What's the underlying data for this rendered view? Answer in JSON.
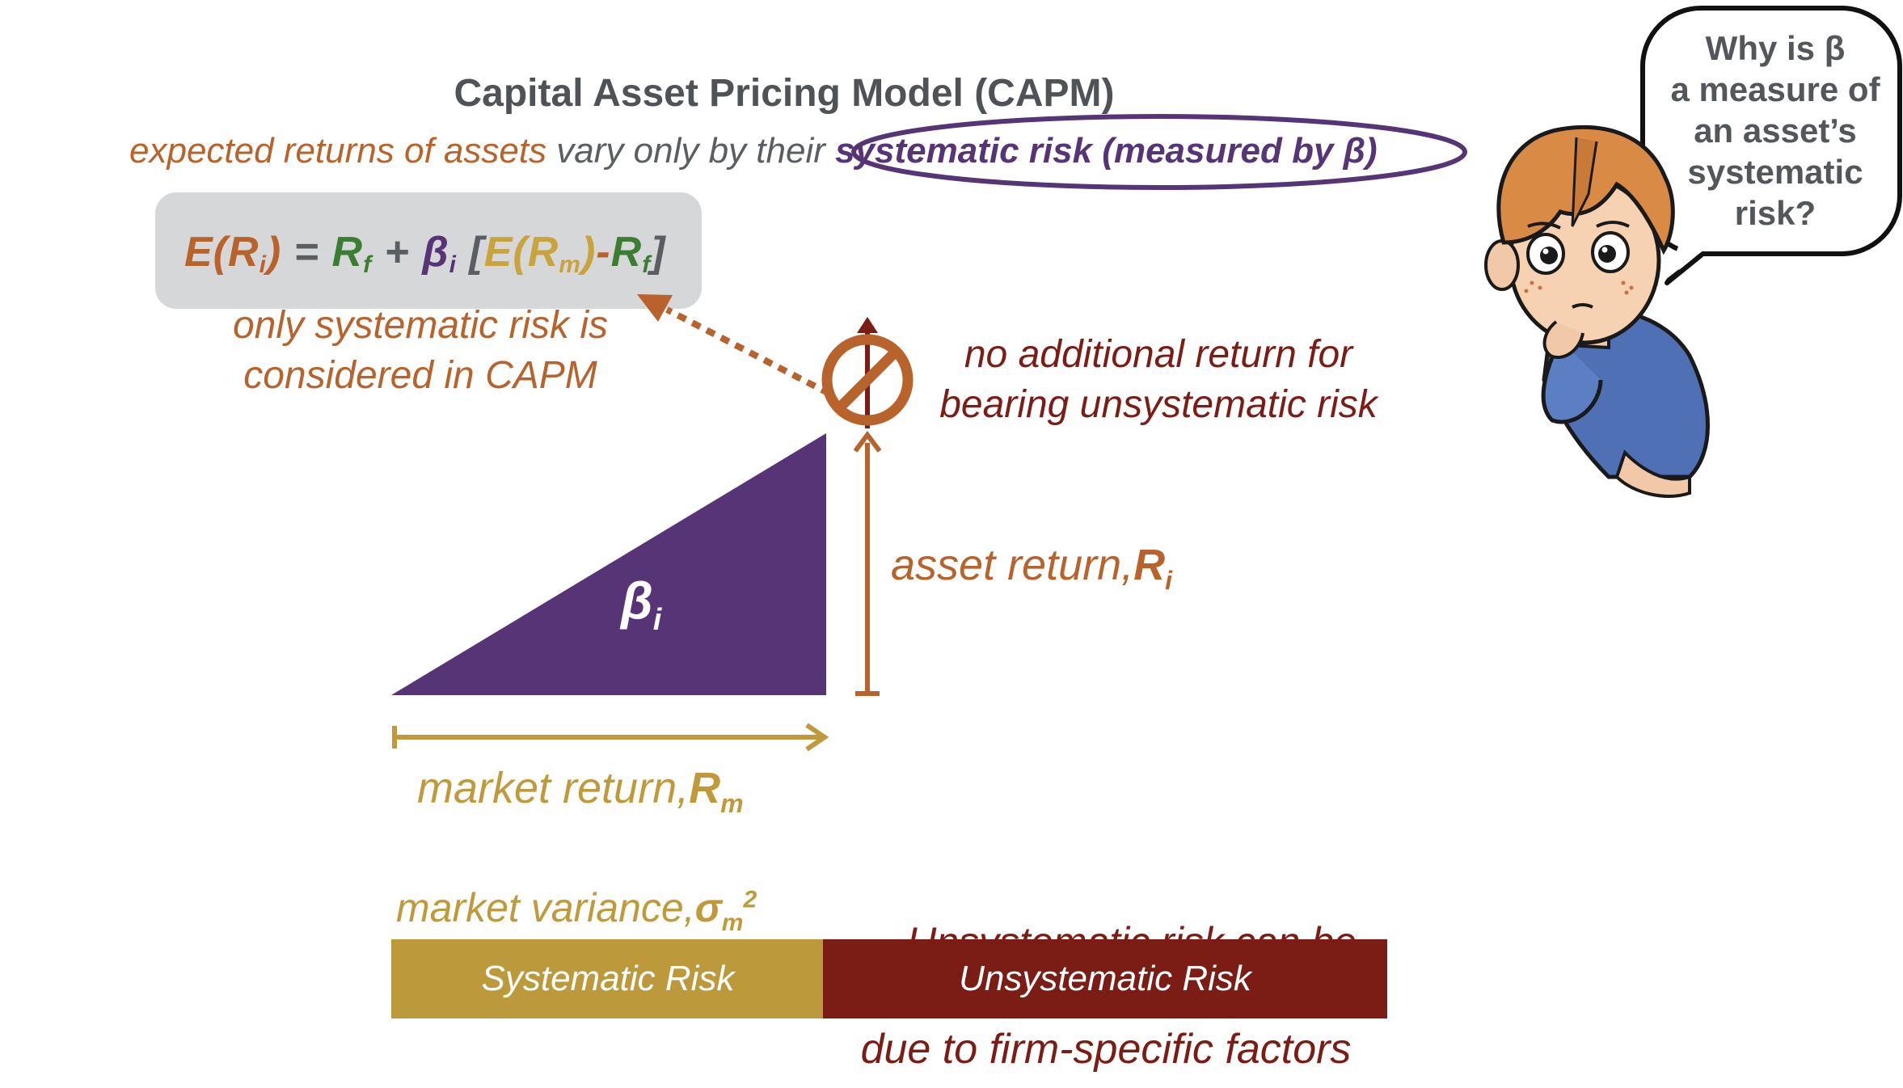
{
  "title": "Capital Asset Pricing Model (CAPM)",
  "subtitle": {
    "part1": "expected returns of assets",
    "part2": " vary only by their ",
    "part3": "systematic risk (measured by β)"
  },
  "equation": {
    "lhs": "E(R",
    "lhs_sub": "i",
    "lhs_close": ")",
    "eq": " = ",
    "rf": "R",
    "rf_sub": "f",
    "plus": " + ",
    "beta": "β",
    "beta_sub": "i",
    "open": " [",
    "erm": "E(R",
    "erm_sub": "m",
    "erm_close": ")",
    "minus": "-",
    "rf2": "R",
    "rf2_sub": "f",
    "close": "]"
  },
  "notes": {
    "systematic_only_1": "only systematic risk is",
    "systematic_only_2": "considered in CAPM",
    "no_additional_1": "no additional return for",
    "no_additional_2": "bearing unsystematic risk"
  },
  "diagram": {
    "beta_label": "β",
    "beta_sub": "i",
    "asset_return_prefix": "asset return,",
    "asset_return_symbol": "R",
    "asset_return_sub": "i",
    "market_return_prefix": "market return,",
    "market_return_symbol": "R",
    "market_return_sub": "m",
    "market_variance_prefix": "market variance,",
    "market_variance_symbol": "σ",
    "market_variance_sub": "m",
    "market_variance_sup": "2"
  },
  "risk_bar": {
    "systematic": "Systematic Risk",
    "unsystematic": "Unsystematic Risk",
    "hidden_caption": "Unsystematic risk can be",
    "caption": "due to firm-specific factors"
  },
  "bubble": {
    "line1": "Why is β",
    "line2": "a measure of",
    "line3": "an asset’s",
    "line4": "systematic",
    "line5": "risk?"
  },
  "colors": {
    "orange": "#b8622c",
    "purple": "#573476",
    "green": "#3d7d32",
    "gold": "#c9a33c",
    "maroon": "#7b1c15",
    "gray": "#5a5e63"
  },
  "icons": {
    "prohibited": "prohibited-icon",
    "character": "thinking-boy-icon"
  }
}
